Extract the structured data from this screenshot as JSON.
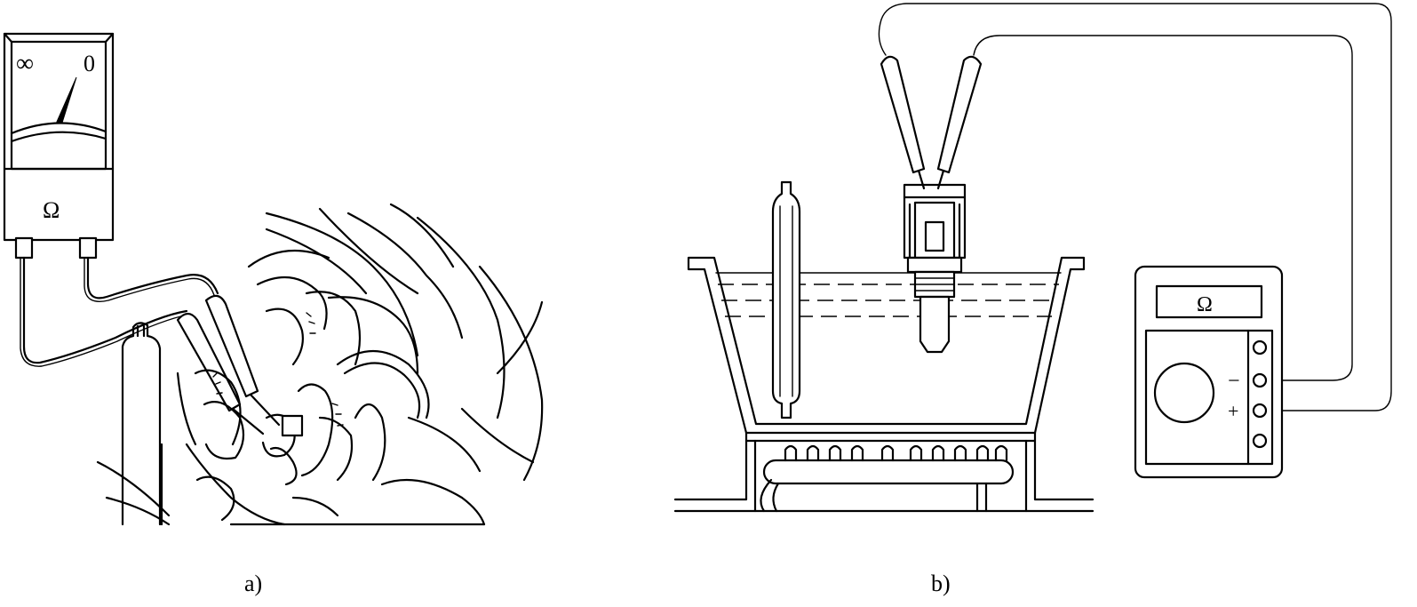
{
  "panel_a": {
    "caption": "a)",
    "meter": {
      "scale_left": "∞",
      "scale_right": "0",
      "unit": "Ω"
    }
  },
  "panel_b": {
    "caption": "b)",
    "meter": {
      "unit": "Ω",
      "minus": "−",
      "plus": "+"
    }
  }
}
